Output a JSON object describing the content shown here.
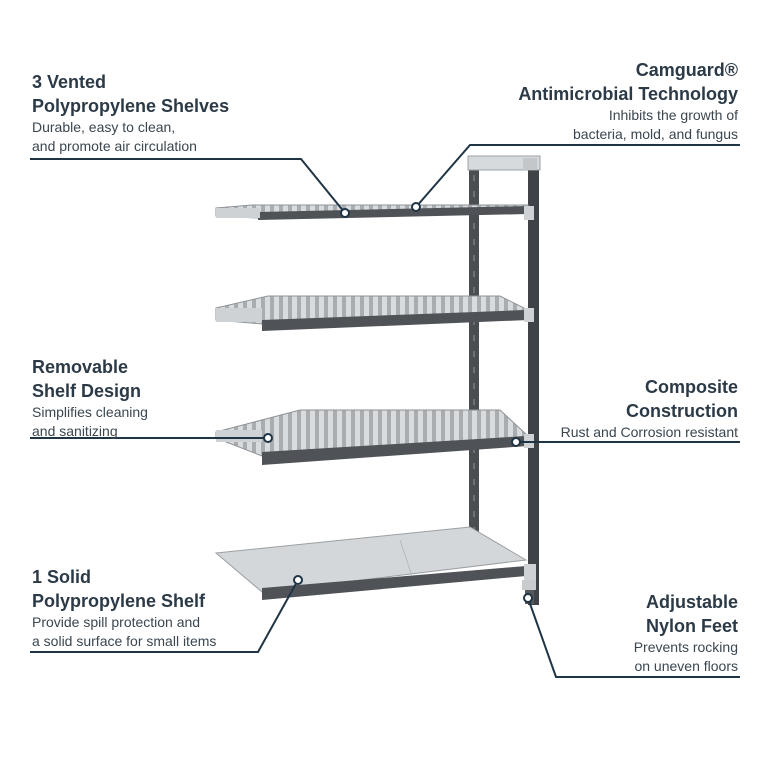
{
  "callouts": {
    "vented_shelves": {
      "title_line1": "3 Vented",
      "title_line2": "Polypropylene Shelves",
      "desc_line1": "Durable, easy to clean,",
      "desc_line2": "and promote air circulation"
    },
    "camguard": {
      "title_line1": "Camguard®",
      "title_line2": "Antimicrobial Technology",
      "desc_line1": "Inhibits the growth of",
      "desc_line2": "bacteria, mold, and fungus"
    },
    "removable": {
      "title_line1": "Removable",
      "title_line2": "Shelf Design",
      "desc_line1": "Simplifies cleaning",
      "desc_line2": "and sanitizing"
    },
    "composite": {
      "title_line1": "Composite",
      "title_line2": "Construction",
      "desc_line1": "Rust and Corrosion resistant"
    },
    "solid_shelf": {
      "title_line1": "1 Solid",
      "title_line2": "Polypropylene Shelf",
      "desc_line1": "Provide spill protection and",
      "desc_line2": "a solid surface for small items"
    },
    "feet": {
      "title_line1": "Adjustable",
      "title_line2": "Nylon Feet",
      "desc_line1": "Prevents rocking",
      "desc_line2": "on uneven floors"
    }
  },
  "colors": {
    "text": "#2b3a46",
    "leader_line": "#1f3444",
    "post": "#4a4d52",
    "shelf_light": "#cfd2d4",
    "shelf_dark": "#4f5257"
  },
  "icons": [
    "shelving-unit-illustration"
  ]
}
